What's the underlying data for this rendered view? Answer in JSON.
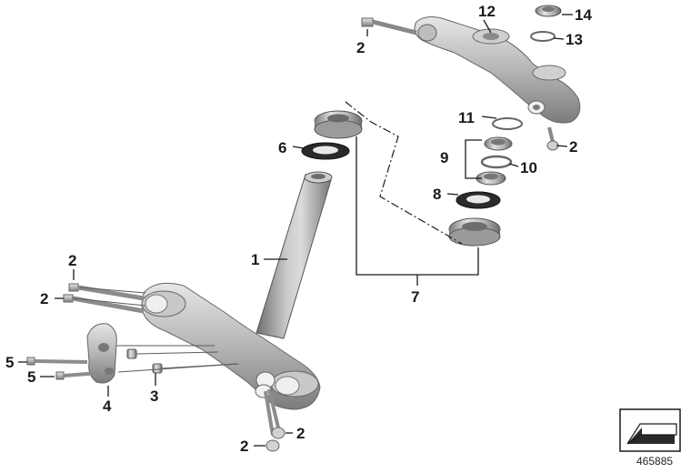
{
  "callouts": {
    "c1": "1",
    "c2": "2",
    "c3": "3",
    "c4": "4",
    "c5": "5",
    "c6": "6",
    "c7": "7",
    "c8": "8",
    "c9": "9",
    "c10": "10",
    "c11": "11",
    "c12": "12",
    "c13": "13",
    "c14": "14"
  },
  "document_number": "465885",
  "icon": "direction-arrow-icon",
  "colors": {
    "part_light": "#d6d6d6",
    "part_mid": "#a9a9a9",
    "part_dark": "#6f6f6f",
    "ink": "#1a1a1a"
  }
}
